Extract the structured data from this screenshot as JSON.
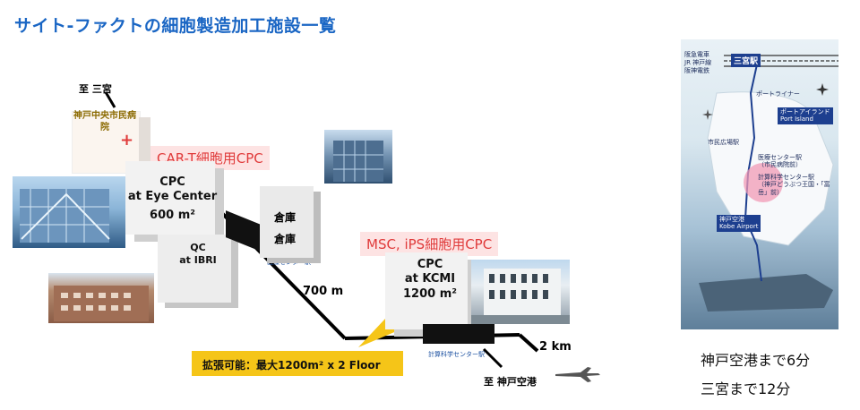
{
  "title": "サイト-ファクトの細胞製造加工施設一覧",
  "labels": {
    "to_sannomiya": "至 三宮",
    "hospital": "神戸中央市民病院",
    "car_t": "CAR-T細胞用CPC",
    "cpc_eye_line1": "CPC",
    "cpc_eye_line2": "at Eye Center",
    "cpc_eye_area": "600 m²",
    "qc_line1": "QC",
    "qc_line2": "at IBRI",
    "warehouse1": "倉庫",
    "warehouse2": "倉庫",
    "station_medical": "医療センター駅",
    "distance_700": "700 m",
    "msc_ips": "MSC, iPS細胞用CPC",
    "cpc_kcmi_line1": "CPC",
    "cpc_kcmi_line2": "at KCMI",
    "cpc_kcmi_area": "1200 m²",
    "expansion": "拡張可能：最大1200m² x 2 Floor",
    "station_science": "計算科学センター駅",
    "distance_2km": "2 km",
    "to_kobe_airport": "至 神戸空港"
  },
  "map": {
    "hankyu": "阪急電車",
    "jr": "JR 神戸線",
    "hanshin": "阪神電鉄",
    "sannomiya_station": "三宮駅",
    "port_liner": "ポートライナー",
    "port_island_jp": "ポートアイランド",
    "port_island_en": "Port Island",
    "shimin_hiroba": "市民広場駅",
    "medical_center": "医療センター駅",
    "medical_center_sub": "（市民病院前）",
    "science_center": "計算科学センター駅",
    "science_center_sub": "（神戸どうぶつ王国・「富岳」前）",
    "kobe_airport_jp": "神戸空港",
    "kobe_airport_en": "Kobe Airport"
  },
  "bottom": {
    "line1": "神戸空港まで6分",
    "line2": "三宮まで12分"
  },
  "colors": {
    "title": "#1a66c4",
    "accent_red": "#e03b3b",
    "highlight_pink": "#fde3e3",
    "expansion_yellow": "#f5c518"
  }
}
